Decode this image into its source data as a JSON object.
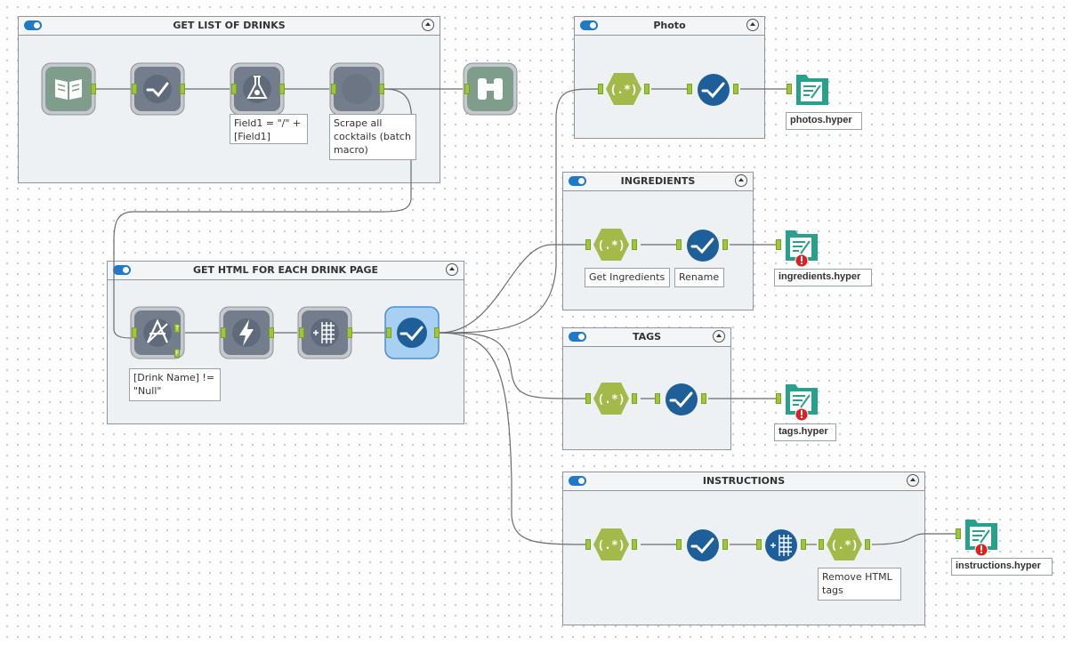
{
  "containers": {
    "get_list": {
      "title": "GET LIST OF DRINKS"
    },
    "get_html": {
      "title": "GET HTML FOR EACH DRINK PAGE"
    },
    "photo": {
      "title": "Photo"
    },
    "ingredients": {
      "title": "INGREDIENTS"
    },
    "tags": {
      "title": "TAGS"
    },
    "instructions": {
      "title": "INSTRUCTIONS"
    }
  },
  "annotations": {
    "formula": "Field1 = \"/\" + [Field1]",
    "batch_macro": "Scrape all cocktails (batch macro)",
    "filter": "[Drink Name] != \"Null\"",
    "get_ingredients": "Get Ingredients",
    "rename": "Rename",
    "remove_html": "Remove HTML tags"
  },
  "outputs": {
    "photos": "photos.hyper",
    "ingredients": "ingredients.hyper",
    "tags": "tags.hyper",
    "instructions": "instructions.hyper"
  },
  "anchor_labels": {
    "true": "T",
    "false": "F"
  },
  "colors": {
    "toggle": "#1f78c8",
    "select_tool": "#1f5f99",
    "regex_tool": "#a3b94a",
    "output_tool": "#27a08c",
    "anchor": "#9ec63b",
    "error": "#e02020"
  },
  "icons": {
    "input": "book-icon",
    "select": "checkmark-icon",
    "formula": "flask-icon",
    "macro": "circle-icon",
    "browse": "binoculars-icon",
    "filter": "filter-icon",
    "download": "lightning-icon",
    "parse": "columns-icon",
    "regex": "regex-icon",
    "output": "output-icon",
    "error": "error-icon"
  }
}
